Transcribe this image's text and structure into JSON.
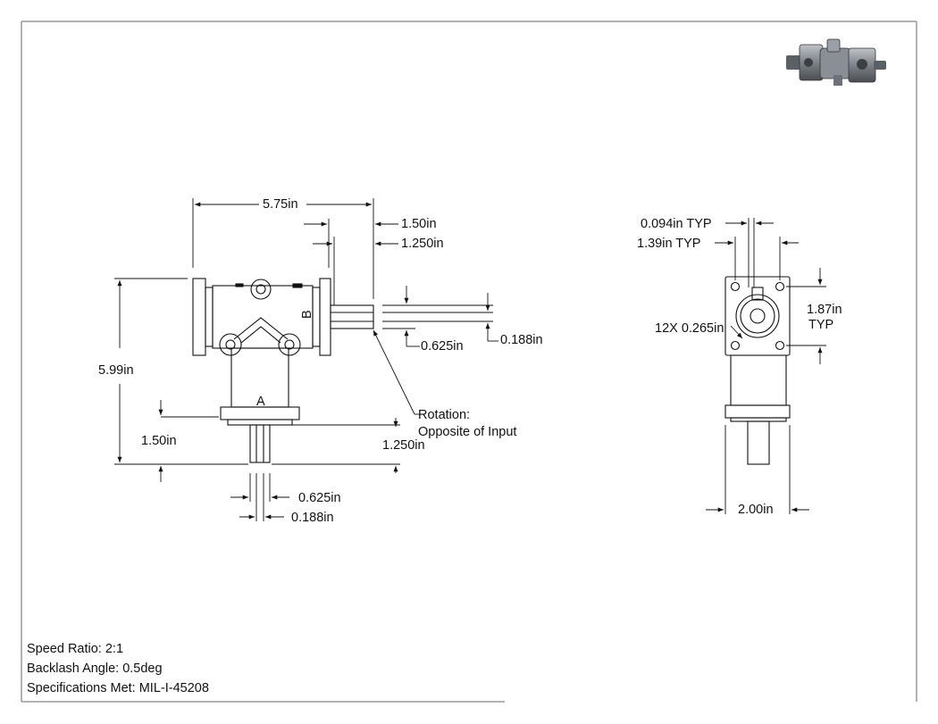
{
  "drawing": {
    "front": {
      "overall_width": "5.75in",
      "output_shaft_length": "1.50in",
      "output_shaft_length_lower": "1.250in",
      "overall_height": "5.99in",
      "input_shaft_length": "1.50in",
      "input_shaft_length_lower": "1.250in",
      "output_shaft_dia": "0.625in",
      "output_key": "0.188in",
      "input_shaft_dia": "0.625in",
      "input_key": "0.188in",
      "rotation_line1": "Rotation:",
      "rotation_line2": "Opposite of Input",
      "port_label_b": "B",
      "port_label_a": "A"
    },
    "side": {
      "pilot_depth": "0.094in TYP",
      "bolt_spacing_h": "1.39in TYP",
      "bolt_spacing_v_line1": "1.87in",
      "bolt_spacing_v_line2": "TYP",
      "holes": "12X 0.265in",
      "base_width": "2.00in"
    }
  },
  "specs": {
    "speed_ratio": "Speed Ratio: 2:1",
    "backlash": "Backlash Angle: 0.5deg",
    "specifications": "Specifications Met: MIL-I-45208"
  }
}
